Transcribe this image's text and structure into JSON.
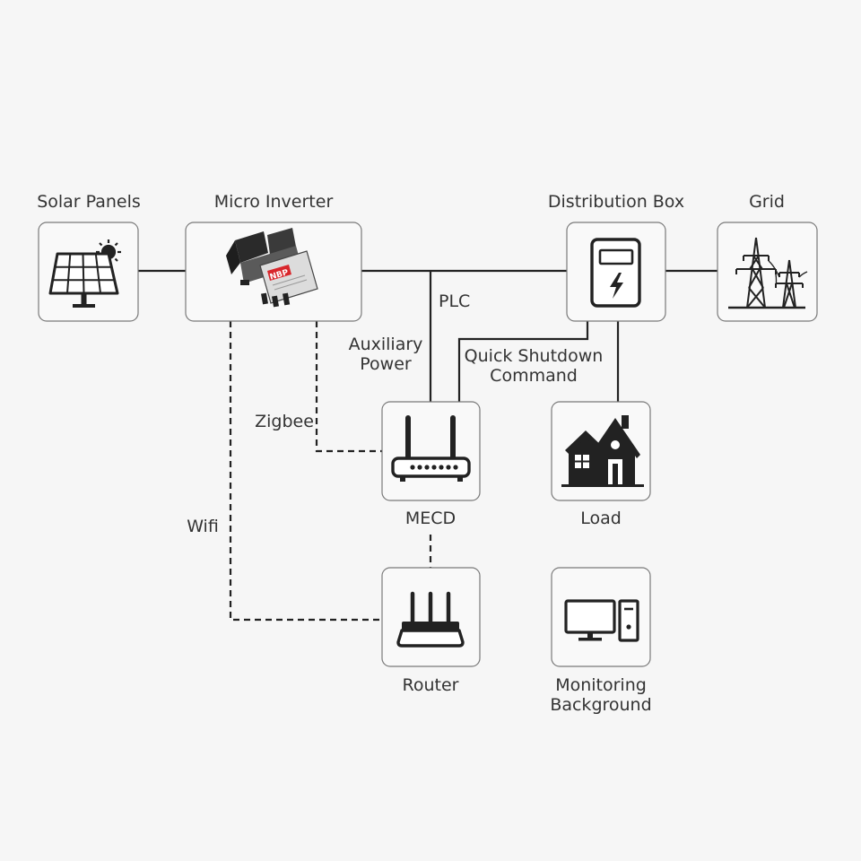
{
  "nodes": {
    "solar_panels": {
      "label": "Solar Panels",
      "icon": "solar-panel-icon"
    },
    "micro_inverter": {
      "label": "Micro Inverter",
      "icon": "micro-inverter-icon",
      "brand": "NBP"
    },
    "distribution_box": {
      "label": "Distribution Box",
      "icon": "distribution-box-icon"
    },
    "grid": {
      "label": "Grid",
      "icon": "power-tower-icon"
    },
    "mecd": {
      "label": "MECD",
      "icon": "gateway-device-icon"
    },
    "load": {
      "label": "Load",
      "icon": "house-icon"
    },
    "router": {
      "label": "Router",
      "icon": "router-icon"
    },
    "monitoring": {
      "label_line1": "Monitoring",
      "label_line2": "Background",
      "icon": "computer-icon"
    }
  },
  "connections": {
    "plc": "PLC",
    "auxiliary_power_line1": "Auxiliary",
    "auxiliary_power_line2": "Power",
    "quick_shutdown_line1": "Quick Shutdown",
    "quick_shutdown_line2": "Command",
    "zigbee": "Zigbee",
    "wifi": "Wifi"
  },
  "colors": {
    "background": "#f6f6f6",
    "line": "#222222",
    "brand_red": "#d8262b"
  }
}
